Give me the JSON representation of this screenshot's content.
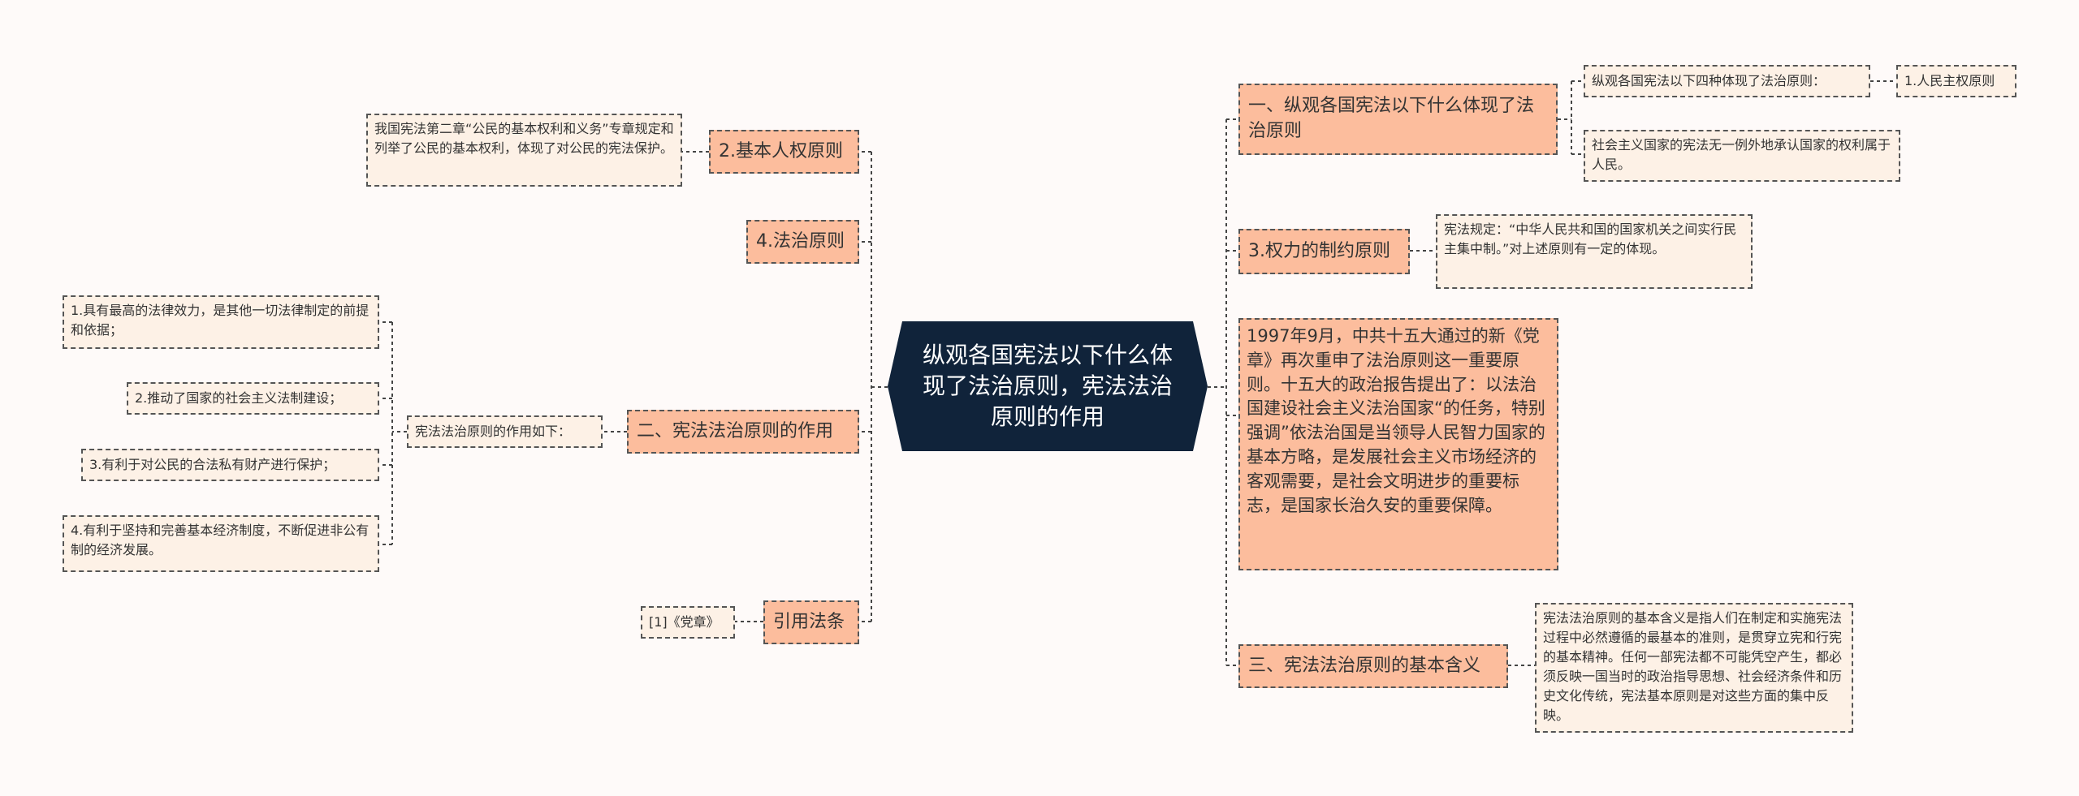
{
  "center": {
    "title": "纵观各国宪法以下什么体现了法治原则，宪法法治原则的作用"
  },
  "right": {
    "branch1": {
      "label": "一、纵观各国宪法以下什么体现了法治原则",
      "sub": "纵观各国宪法以下四种体现了法治原则：",
      "sub_child": "1.人民主权原则",
      "sub2": "社会主义国家的宪法无一例外地承认国家的权利属于人民。"
    },
    "branch2": {
      "label": "3.权力的制约原则",
      "detail": "宪法规定：“中华人民共和国的国家机关之间实行民主集中制。”对上述原则有一定的体现。"
    },
    "branch3": {
      "text": "1997年9月，中共十五大通过的新《党章》再次重申了法治原则这一重要原则。十五大的政治报告提出了：以法治国建设社会主义法治国家“的任务，特别强调”依法治国是当领导人民智力国家的基本方略，是发展社会主义市场经济的客观需要，是社会文明进步的重要标志，是国家长治久安的重要保障。"
    },
    "branch4": {
      "label": "三、宪法法治原则的基本含义",
      "detail": "宪法法治原则的基本含义是指人们在制定和实施宪法过程中必然遵循的最基本的准则，是贯穿立宪和行宪的基本精神。任何一部宪法都不可能凭空产生，都必须反映一国当时的政治指导思想、社会经济条件和历史文化传统，宪法基本原则是对这些方面的集中反映。"
    }
  },
  "left": {
    "branch1": {
      "label": "2.基本人权原则",
      "detail": "我国宪法第二章“公民的基本权利和义务”专章规定和列举了公民的基本权利，体现了对公民的宪法保护。"
    },
    "branch2": {
      "label": "4.法治原则"
    },
    "branch3": {
      "label": "二、宪法法治原则的作用",
      "sub": "宪法法治原则的作用如下：",
      "items": [
        "1.具有最高的法律效力，是其他一切法律制定的前提和依据；",
        "2.推动了国家的社会主义法制建设；",
        "3.有利于对公民的合法私有财产进行保护；",
        "4.有利于坚持和完善基本经济制度，不断促进非公有制的经济发展。"
      ]
    },
    "branch4": {
      "label": "引用法条",
      "detail": "[1]《党章》"
    }
  },
  "colors": {
    "center_bg": "#10233a",
    "branch_bg": "#fcbd9d",
    "leaf_bg": "#fdf1e6",
    "connector": "#444444"
  }
}
